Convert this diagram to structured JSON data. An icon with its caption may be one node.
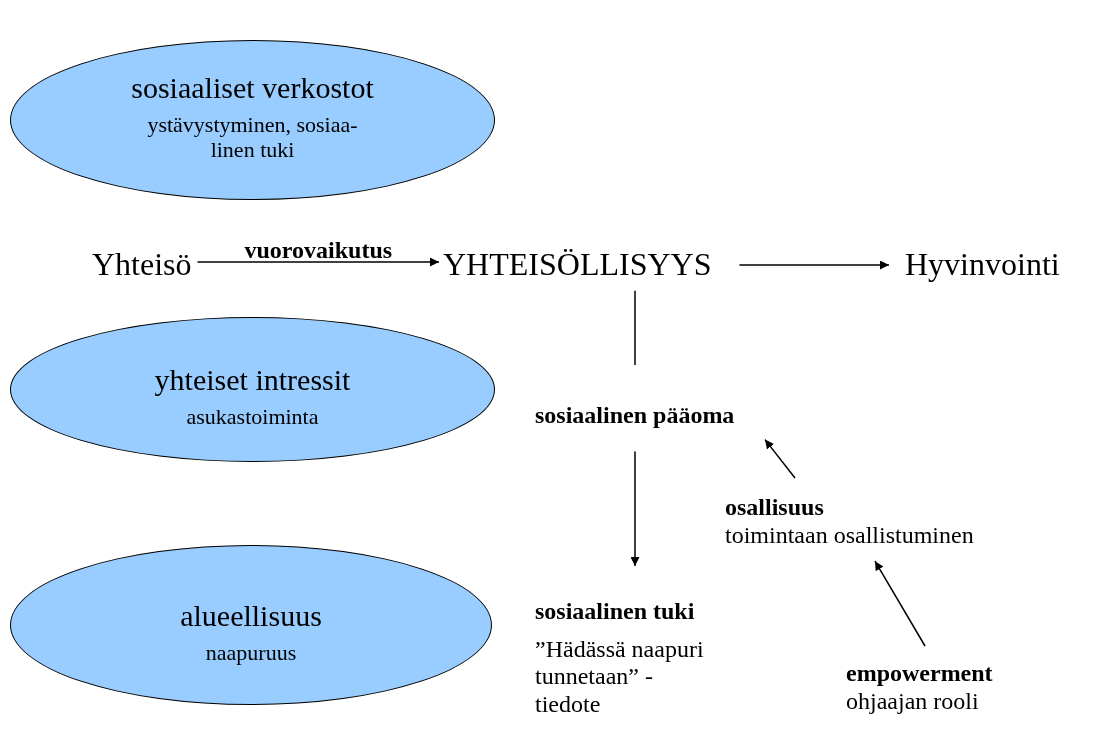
{
  "diagram": {
    "nodes": [
      {
        "text": [
          "sosiaaliset verkostot",
          "ystävystyminen, sosiaa- linen tuki"
        ]
      },
      {
        "text": [
          "yhteiset intressit",
          "asukastoiminta"
        ]
      },
      {
        "text": [
          "alueellisuus",
          "naapuruus"
        ]
      },
      {
        "text": [
          "Yhteisö"
        ]
      },
      {
        "text": [
          "YHTEISÖLLISYYS"
        ]
      },
      {
        "text": [
          "Hyvinvointi"
        ]
      },
      {
        "text": [
          "sosiaalinen pääoma"
        ]
      },
      {
        "text": [
          "sosiaalinen tuki",
          "”Hädässä naapuri tunnetaan” - tiedote"
        ]
      },
      {
        "text": [
          "osallisuus",
          "toimintaan osallistuminen"
        ]
      },
      {
        "text": [
          "empowerment",
          "ohjaajan rooli"
        ]
      }
    ],
    "edges": [
      {
        "from": 3,
        "to": 4,
        "arrow": "to",
        "label": "vuorovaikutus"
      },
      {
        "from": 4,
        "to": 5,
        "arrow": "to"
      },
      {
        "from": 4,
        "to": 6,
        "arrow": "none"
      },
      {
        "from": 6,
        "to": 7,
        "arrow": "to"
      },
      {
        "from": 8,
        "to": 6,
        "arrow": "to"
      },
      {
        "from": 9,
        "to": 8,
        "arrow": "to"
      }
    ]
  }
}
